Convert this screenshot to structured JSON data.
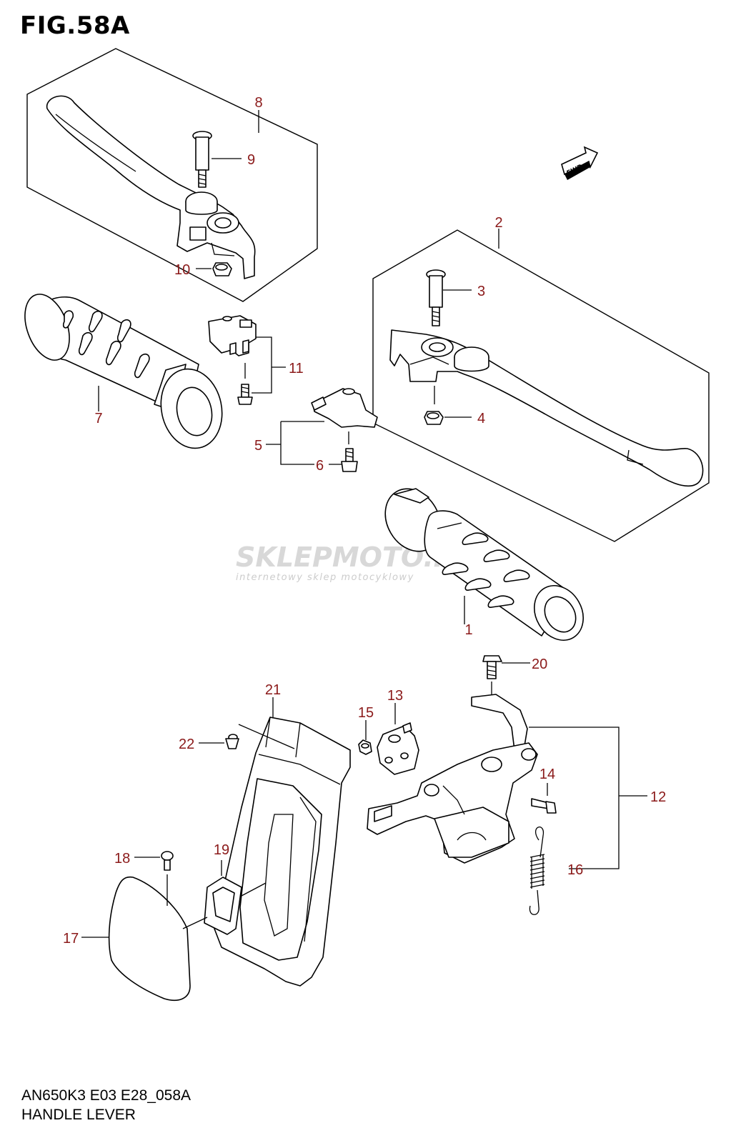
{
  "figure": {
    "title": "FIG.58A",
    "code": "AN650K3 E03 E28_058A",
    "name": "HANDLE LEVER"
  },
  "fwd_label": "FWD",
  "watermark": {
    "brand_a": "SKLEP",
    "brand_b": "MOTO",
    "brand_c": ".PL",
    "tagline": "internetowy sklep motocyklowy"
  },
  "callouts": {
    "c1": "1",
    "c2": "2",
    "c3": "3",
    "c4": "4",
    "c5": "5",
    "c6": "6",
    "c7": "7",
    "c8": "8",
    "c9": "9",
    "c10": "10",
    "c11": "11",
    "c12": "12",
    "c13": "13",
    "c14": "14",
    "c15": "15",
    "c16": "16",
    "c17": "17",
    "c18": "18",
    "c19": "19",
    "c20": "20",
    "c21": "21",
    "c22": "22"
  },
  "colors": {
    "callout": "#8b1a1a",
    "line": "#000000"
  }
}
